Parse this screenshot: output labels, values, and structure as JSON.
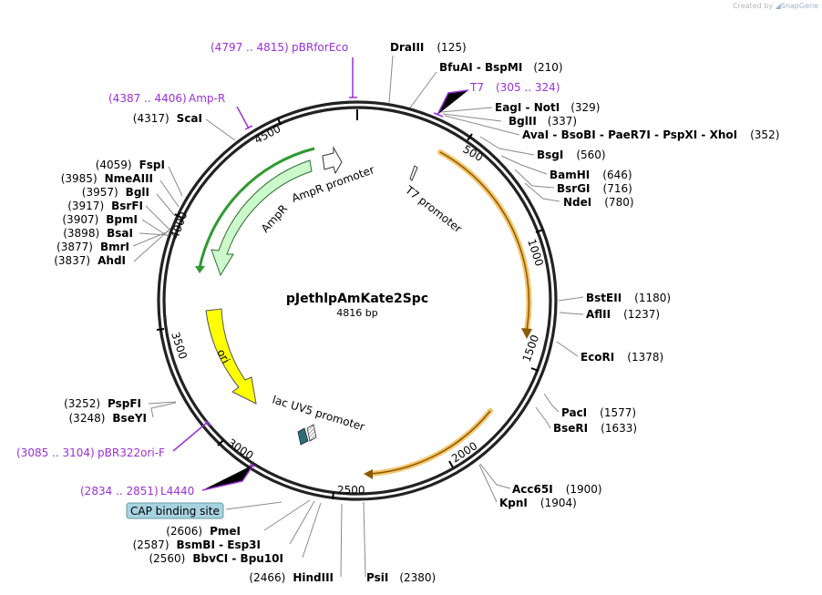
{
  "credit": {
    "prefix": "Created by",
    "brand": "SnapGene"
  },
  "plasmid": {
    "name": "pJethlpAmKate2Spc",
    "length": "4816 bp"
  },
  "ticks": [
    {
      "label": "500"
    },
    {
      "label": "1000"
    },
    {
      "label": "1500"
    },
    {
      "label": "2000"
    },
    {
      "label": "2500"
    },
    {
      "label": "3000"
    },
    {
      "label": "3500"
    },
    {
      "label": "4000"
    },
    {
      "label": "4500"
    }
  ],
  "features": [
    {
      "name": "AmpR",
      "color": "#ccf9cc"
    },
    {
      "name": "AmpR promoter",
      "color": "#ffffff"
    },
    {
      "name": "T7 promoter",
      "color": "#ffffff"
    },
    {
      "name": "ori",
      "color": "#ffff00"
    },
    {
      "name": "lac UV5 promoter",
      "color": "#ffffff"
    },
    {
      "name": "CAP binding site",
      "color": "#a7d3e0"
    }
  ],
  "sites": [
    {
      "name": "DraIII",
      "pos": "(125)"
    },
    {
      "name": "BfuAI",
      "name2": "BspMI",
      "pos": "(210)"
    },
    {
      "name": "EagI",
      "name2": "NotI",
      "pos": "(329)"
    },
    {
      "name": "BglII",
      "pos": "(337)"
    },
    {
      "name": "AvaI",
      "name2": "BsoBI",
      "name3": "PaeR7I",
      "name4": "PspXI",
      "name5": "XhoI",
      "pos": "(352)"
    },
    {
      "name": "BsgI",
      "pos": "(560)"
    },
    {
      "name": "BamHI",
      "pos": "(646)"
    },
    {
      "name": "BsrGI",
      "pos": "(716)"
    },
    {
      "name": "NdeI",
      "pos": "(780)"
    },
    {
      "name": "BstEII",
      "pos": "(1180)"
    },
    {
      "name": "AflII",
      "pos": "(1237)"
    },
    {
      "name": "EcoRI",
      "pos": "(1378)"
    },
    {
      "name": "PacI",
      "pos": "(1577)"
    },
    {
      "name": "BseRI",
      "pos": "(1633)"
    },
    {
      "name": "Acc65I",
      "pos": "(1900)"
    },
    {
      "name": "KpnI",
      "pos": "(1904)"
    },
    {
      "name": "PsiI",
      "pos": "(2380)"
    },
    {
      "name": "HindIII",
      "pos": "(2466)"
    },
    {
      "name": "BbvCI",
      "name2": "Bpu10I",
      "pos": "(2560)"
    },
    {
      "name": "BsmBI",
      "name2": "Esp3I",
      "pos": "(2587)"
    },
    {
      "name": "PmeI",
      "pos": "(2606)"
    },
    {
      "name": "BseYI",
      "pos": "(3248)"
    },
    {
      "name": "PspFI",
      "pos": "(3252)"
    },
    {
      "name": "AhdI",
      "pos": "(3837)"
    },
    {
      "name": "BmrI",
      "pos": "(3877)"
    },
    {
      "name": "BsaI",
      "pos": "(3898)"
    },
    {
      "name": "BpmI",
      "pos": "(3907)"
    },
    {
      "name": "BsrFI",
      "pos": "(3917)"
    },
    {
      "name": "BglI",
      "pos": "(3957)"
    },
    {
      "name": "NmeAIII",
      "pos": "(3985)"
    },
    {
      "name": "FspI",
      "pos": "(4059)"
    },
    {
      "name": "ScaI",
      "pos": "(4317)"
    }
  ],
  "primers": [
    {
      "name": "pBRforEco",
      "range": "(4797 .. 4815)"
    },
    {
      "name": "Amp-R",
      "range": "(4387 .. 4406)"
    },
    {
      "name": "T7",
      "range": "(305 .. 324)"
    },
    {
      "name": "pBR322ori-F",
      "range": "(3085 .. 3104)"
    },
    {
      "name": "L4440",
      "range": "(2834 .. 2851)"
    }
  ],
  "colors": {
    "backbone": "#222222",
    "orf_fill": "#fde3b0",
    "orf_stroke": "#c98a13",
    "primer": "#9b30d9",
    "leader": "#8a8a8a"
  }
}
